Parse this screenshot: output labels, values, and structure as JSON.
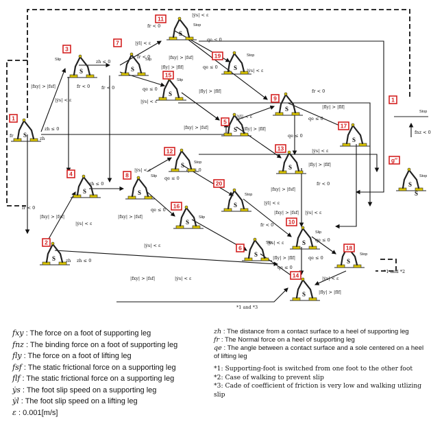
{
  "states": [
    {
      "id": "1",
      "label": "1"
    },
    {
      "id": "2",
      "label": "2"
    },
    {
      "id": "3",
      "label": "3"
    },
    {
      "id": "4",
      "label": "4"
    },
    {
      "id": "5",
      "label": "5"
    },
    {
      "id": "6",
      "label": "6"
    },
    {
      "id": "7",
      "label": "7"
    },
    {
      "id": "8",
      "label": "8"
    },
    {
      "id": "9",
      "label": "9"
    },
    {
      "id": "10",
      "label": "10"
    },
    {
      "id": "11",
      "label": "11"
    },
    {
      "id": "12",
      "label": "12"
    },
    {
      "id": "13",
      "label": "13"
    },
    {
      "id": "14",
      "label": "14"
    },
    {
      "id": "15",
      "label": "15"
    },
    {
      "id": "16",
      "label": "16"
    },
    {
      "id": "17",
      "label": "17"
    },
    {
      "id": "18",
      "label": "18"
    },
    {
      "id": "19",
      "label": "19"
    },
    {
      "id": "20",
      "label": "20"
    },
    {
      "id": "1r",
      "label": "1"
    },
    {
      "id": "g",
      "label": "g″"
    }
  ],
  "conditions": {
    "fxy_gt_fsf": "|fxy| > |fsf|",
    "fly_gt_flf": "|fly| > |flf|",
    "ys_lt_eps": "|ẏs| < ε",
    "yl_lt_eps": "|ẏl| < ε",
    "fr_lt_0": "fr < 0",
    "zh_le_0": "zh ≤ 0",
    "qe_le_0": "qe ≤ 0",
    "fnz_lt_0": "fnz < 0"
  },
  "figure_labels": {
    "slip": "Slip",
    "stop": "Stop",
    "s": "S",
    "fr": "fr",
    "zh": "zh",
    "note_12": "*1 and *2",
    "note_13": "*1 and *3"
  },
  "legend": {
    "left": [
      {
        "sym": "fxy",
        "text": ": The force on a foot of supporting leg"
      },
      {
        "sym": "fnz",
        "text": ": The binding force on a foot of supporting leg"
      },
      {
        "sym": "fly",
        "text": ": The force on a foot of lifting leg"
      },
      {
        "sym": "fsf",
        "text": ": The static frictional force on a supporting leg"
      },
      {
        "sym": "flf",
        "text": ": The static frictional force on a supporting leg"
      },
      {
        "sym": "ẏs",
        "text": ": The foot slip speed on a supporting leg"
      },
      {
        "sym": "ẏl",
        "text": ": The foot slip speed on a lifting leg"
      },
      {
        "sym": "ε",
        "text": ": 0.001[m/s]"
      }
    ],
    "right": [
      {
        "sym": "zh",
        "text": ": The distance from a contact surface to a heel of supporting leg"
      },
      {
        "sym": "fr",
        "text": ": The Normal force on a heel of supporting leg"
      },
      {
        "sym": "qe",
        "text": ": The angle between a contact surface and a sole centered on a heel of lifting leg"
      }
    ],
    "notes": [
      "*1: Supporting-foot is switched from one foot to the other foot",
      "*2: Case of walking to prevent slip",
      "*3: Cade of coefficient of friction is very low and walking utlizing slip"
    ]
  }
}
